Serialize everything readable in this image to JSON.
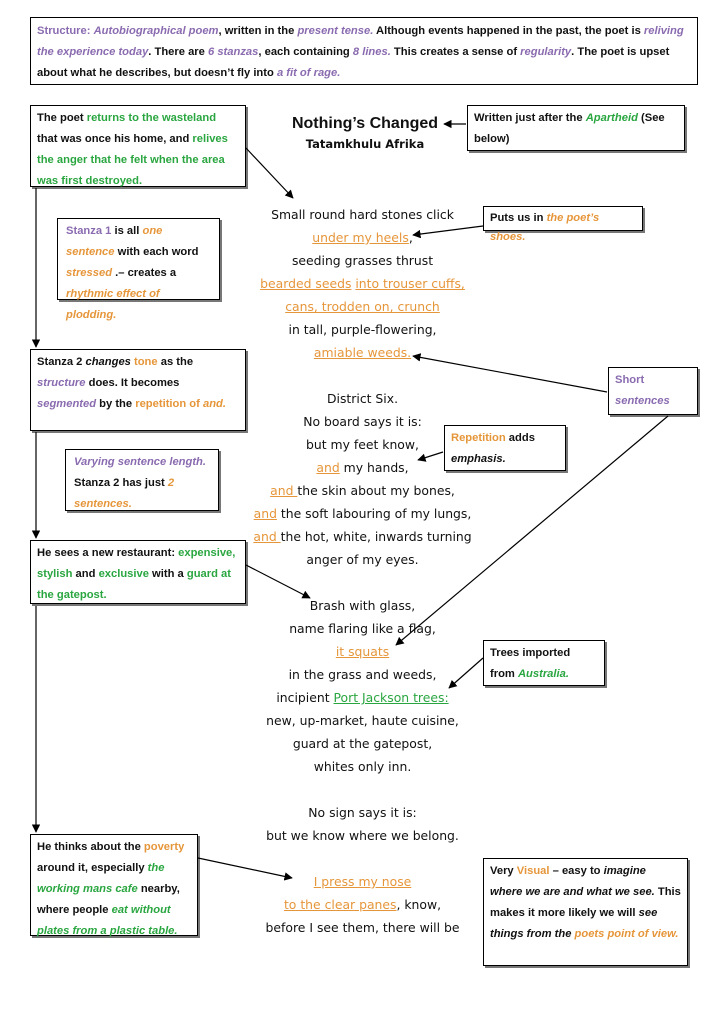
{
  "top_box": {
    "s1": "Structure: ",
    "s2": "Autobiographical poem",
    "s3": ", written in the ",
    "s4": "present tense.",
    "s5": " Although events happened in the past, the poet is ",
    "s6": "reliving the experience today",
    "s7": ". There are ",
    "s8": "6 stanzas",
    "s9": ", each containing ",
    "s10": "8 lines.",
    "s11": " This creates a sense of ",
    "s12": "regularity",
    "s13": ". The poet is upset about what he describes, but doesn’t fly into ",
    "s14": "a fit of rage."
  },
  "title": "Nothing’s Changed",
  "author": "Tatamkhulu Afrika",
  "poem": {
    "l1": "Small round hard stones click",
    "l2a": "under my heels",
    "l2b": ",",
    "l3": "seeding grasses thrust",
    "l4a": "bearded seeds",
    "l4b": " ",
    "l4c": "into trouser cuffs,",
    "l5": "cans, trodden on, crunch",
    "l6": "in tall, purple-flowering,",
    "l7": "amiable weeds.",
    "l8": "District Six.",
    "l9": "No board says it is:",
    "l10": "but my feet know,",
    "l11a": "and",
    "l11b": " my hands,",
    "l12a": "and ",
    "l12b": "the skin about my bones,",
    "l13a": "and",
    "l13b": " the soft labouring of my lungs,",
    "l14a": "and ",
    "l14b": "the hot, white, inwards turning",
    "l15": "anger of my eyes.",
    "l16": "Brash with glass,",
    "l17": "name flaring like a flag,",
    "l18": "it squats",
    "l19": "in the grass and weeds,",
    "l20a": "incipient ",
    "l20b": "Port Jackson trees:",
    "l21": "new, up-market, haute cuisine,",
    "l22": "guard at the gatepost,",
    "l23": "whites only inn.",
    "l24": "No sign says it is:",
    "l25": "but we know where we belong.",
    "l26": "I press my nose",
    "l27a": "to the clear panes",
    "l27b": ", know,",
    "l28": "before I see them, there will be"
  },
  "boxes": {
    "wasteland": {
      "a": "The poet ",
      "b": "returns to the wasteland",
      "c": " that was once his home, and ",
      "d": "relives the anger that he felt when the area was first destroyed."
    },
    "apartheid": {
      "a": "Written just after the ",
      "b": "Apartheid",
      "c": " (See below)"
    },
    "shoes": {
      "a": "Puts us in ",
      "b": "the poet’s shoes."
    },
    "stanza1": {
      "a": "Stanza 1",
      "b": " is all ",
      "c": "one sentence",
      "d": " with each word ",
      "e": "stressed",
      "f": " .– creates a ",
      "g": "rhythmic effect of plodding."
    },
    "stanza2tone": {
      "a": "Stanza 2 ",
      "b": "changes",
      "c": " ",
      "d": "tone",
      "e": " as the ",
      "f": "structure",
      "g": " does. It becomes ",
      "h": "segmented",
      "i": " by the ",
      "j": "repetition of",
      "k": " ",
      "l": "and."
    },
    "short": {
      "a": "Short",
      "b": "sentences"
    },
    "repetition": {
      "a": "Repetition",
      "b": " adds ",
      "c": "emphasis."
    },
    "varying": {
      "a": "Varying sentence length.",
      "b": " Stanza 2 has just ",
      "c": "2",
      "d": " ",
      "e": "sentences."
    },
    "restaurant": {
      "a": "He sees a new restaurant: ",
      "b": "expensive, stylish",
      "c": " and ",
      "d": "exclusive",
      "e": " with a ",
      "f": "guard at the gatepost."
    },
    "trees": {
      "a": "Trees imported from ",
      "b": "Australia."
    },
    "poverty": {
      "a": "He thinks about the ",
      "b": "poverty",
      "c": " around it, especially ",
      "d": "the working mans cafe",
      "e": " nearby, where people ",
      "f": "eat without plates from a plastic table."
    },
    "visual": {
      "a": "Very ",
      "b": "Visual",
      "c": " – easy to ",
      "d": "imagine where we are and what we see.",
      "e": " This makes it more likely we will ",
      "f": "see things from the ",
      "g": "poets point of view."
    }
  }
}
